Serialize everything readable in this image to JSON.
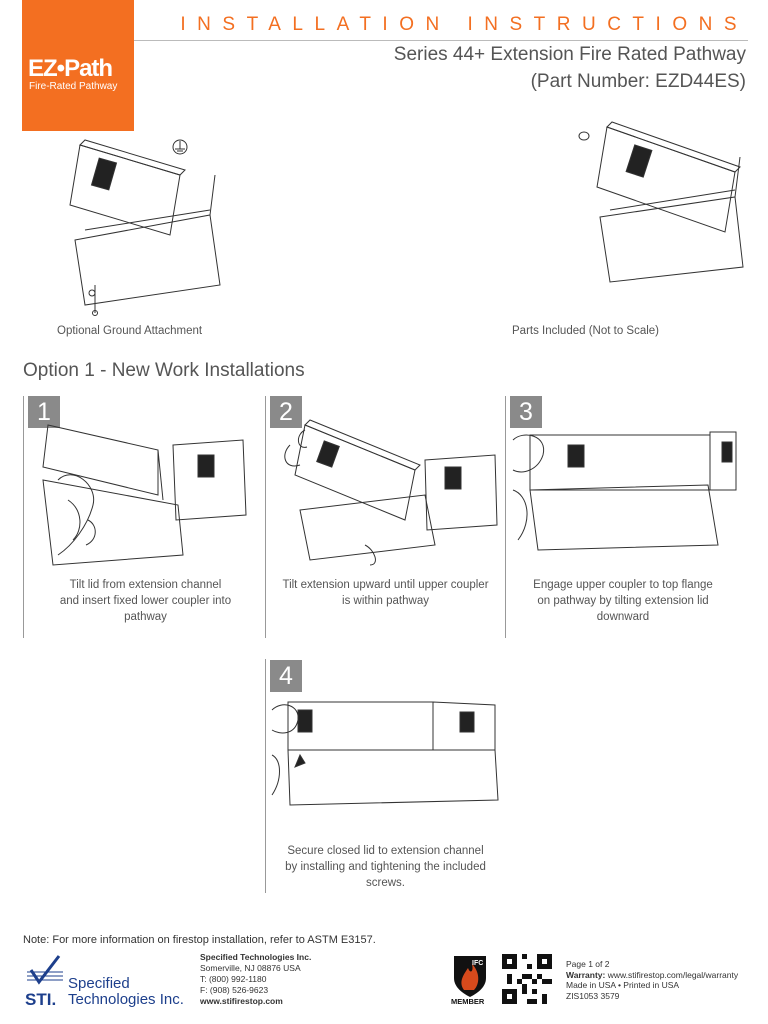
{
  "header": {
    "brand": "EZ•Path",
    "brand_tagline": "Fire-Rated Pathway",
    "kicker": "INSTALLATION INSTRUCTIONS",
    "title": "Series 44+ Extension Fire Rated Pathway",
    "part_number": "(Part Number: EZD44ES)"
  },
  "captions": {
    "ground": "Optional Ground Attachment",
    "parts": "Parts Included (Not to Scale)"
  },
  "section_title": "Option 1 - New Work Installations",
  "steps": [
    {
      "number": "1",
      "lines": [
        "Tilt lid from extension channel",
        "and insert fixed lower coupler into",
        "pathway"
      ]
    },
    {
      "number": "2",
      "lines": [
        "Tilt extension upward until upper coupler",
        "is within pathway"
      ]
    },
    {
      "number": "3",
      "lines": [
        "Engage upper coupler to top flange",
        "on pathway by tilting extension lid",
        "downward"
      ]
    },
    {
      "number": "4",
      "lines": [
        "Secure closed lid to extension channel",
        "by installing and tightening the included",
        "screws."
      ]
    }
  ],
  "note": "Note: For more information on firestop installation, refer to ASTM E3157.",
  "footer": {
    "sti_mark": "STI.",
    "sti_name_1": "Specified",
    "sti_name_2": "Technologies Inc.",
    "company": "Specified Technologies Inc.",
    "address": "Somerville, NJ 08876 USA",
    "phone": "T: (800) 992-1180",
    "fax": "F: (908) 526-9623",
    "web": "www.stifirestop.com",
    "ifc": "IFC",
    "member": "MEMBER",
    "page": "Page 1 of 2",
    "warranty_label": "Warranty:",
    "warranty_url": "www.stifirestop.com/legal/warranty",
    "made_in": "Made in USA • Printed in USA",
    "doc_code": "ZIS1053 3579"
  },
  "colors": {
    "brand_orange": "#f36f21",
    "sti_blue": "#1d3f8c",
    "step_gray": "#8a8a8a"
  }
}
